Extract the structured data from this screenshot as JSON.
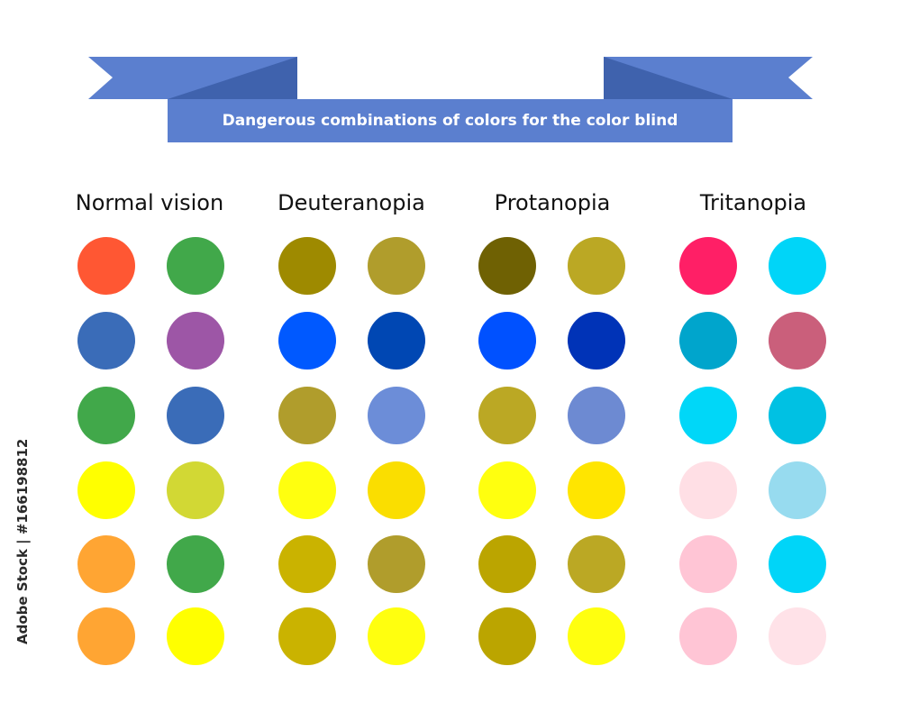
{
  "title": "Dangerous combinations of colors for the color blind",
  "side_credit": "Adobe Stock | #166198812",
  "ribbon_colors": {
    "main": "#5b7fcf",
    "fold": "#3f62ad"
  },
  "columns": [
    {
      "heading": "Normal vision",
      "rows": [
        [
          "#ff5733",
          "#41a84a"
        ],
        [
          "#3a6cb8",
          "#9d56a6"
        ],
        [
          "#41a84a",
          "#3a6cb8"
        ],
        [
          "#ffff00",
          "#d2d834"
        ],
        [
          "#ffa533",
          "#41a84a"
        ],
        [
          "#ffa533",
          "#ffff00"
        ]
      ]
    },
    {
      "heading": "Deuteranopia",
      "rows": [
        [
          "#9e8a00",
          "#b09d2c"
        ],
        [
          "#0059ff",
          "#0047b3"
        ],
        [
          "#b09d2c",
          "#6c8dd8"
        ],
        [
          "#ffff0f",
          "#fade00"
        ],
        [
          "#cab300",
          "#b09d2c"
        ],
        [
          "#cab300",
          "#ffff0f"
        ]
      ]
    },
    {
      "heading": "Protanopia",
      "rows": [
        [
          "#6f6103",
          "#bba824"
        ],
        [
          "#0051ff",
          "#0033b7"
        ],
        [
          "#bba824",
          "#6d8ad2"
        ],
        [
          "#ffff0f",
          "#ffe500"
        ],
        [
          "#bba500",
          "#bba824"
        ],
        [
          "#bba500",
          "#ffff0f"
        ]
      ]
    },
    {
      "heading": "Tritanopia",
      "rows": [
        [
          "#ff1f66",
          "#00d5f8"
        ],
        [
          "#00a5cc",
          "#ca5f7b"
        ],
        [
          "#00d7f8",
          "#00c1e3"
        ],
        [
          "#ffdfe5",
          "#97dbef"
        ],
        [
          "#ffc5d5",
          "#00d5f8"
        ],
        [
          "#ffc5d5",
          "#ffe2e8"
        ]
      ]
    }
  ]
}
